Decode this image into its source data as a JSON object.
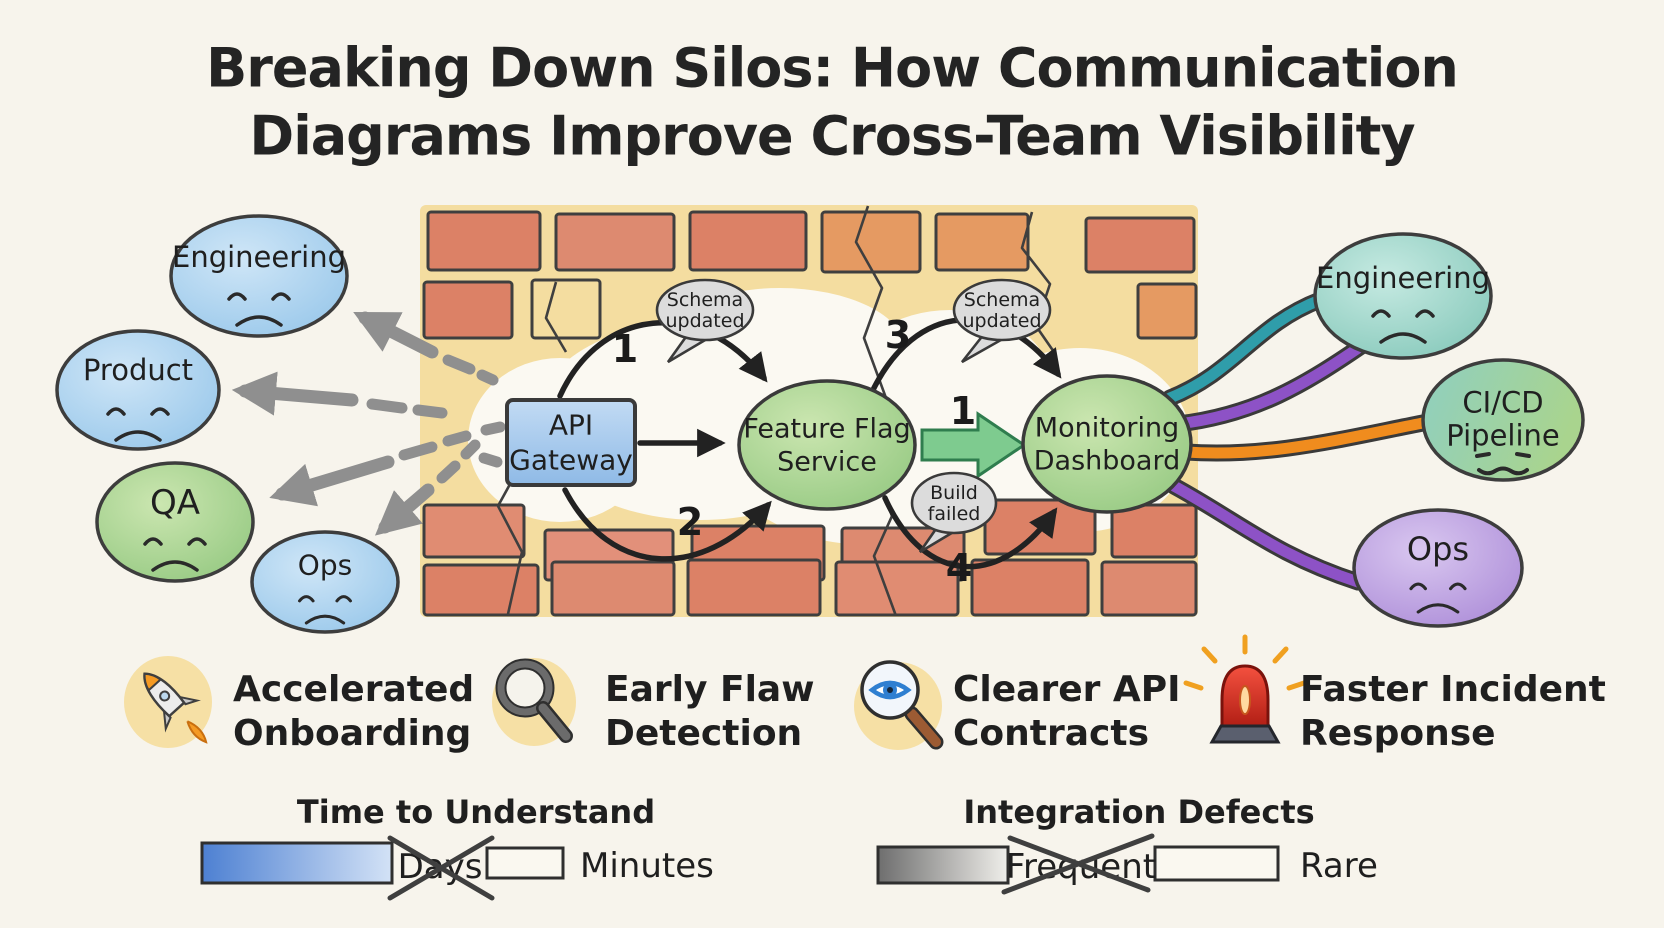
{
  "title": {
    "line1": "Breaking Down Silos: How Communication",
    "line2": "Diagrams Improve Cross-Team Visibility"
  },
  "silos": {
    "description": "isolated teams with sad faces, messages bouncing off a brick wall",
    "teams": [
      {
        "label": "Engineering",
        "color": "#9ac8ec",
        "mood": "sad"
      },
      {
        "label": "Product",
        "color": "#9ac8ec",
        "mood": "sad"
      },
      {
        "label": "QA",
        "color": "#9ccf7f",
        "mood": "sad"
      },
      {
        "label": "Ops",
        "color": "#9ac8ec",
        "mood": "sad"
      }
    ]
  },
  "wall_flow": {
    "api_gateway": {
      "line1": "API",
      "line2": "Gateway",
      "color": "#a8caee"
    },
    "feature_flag": {
      "line1": "Feature Flag",
      "line2": "Service",
      "color": "#9ccf7f"
    },
    "monitoring": {
      "line1": "Monitoring",
      "line2": "Dashboard",
      "color": "#9ccf7f"
    },
    "step_labels": {
      "s1": "1",
      "s2": "2",
      "s3": "3",
      "s1b": "1",
      "s4": "4"
    },
    "bubbles": [
      {
        "line1": "Schema",
        "line2": "updated"
      },
      {
        "line1": "Schema",
        "line2": "updated"
      },
      {
        "line1": "Build",
        "line2": "failed"
      }
    ]
  },
  "connected_teams": [
    {
      "label": "Engineering",
      "color": "#8fccc0",
      "link_color": "#2f9daa",
      "mood": "sad"
    },
    {
      "line1": "CI/CD",
      "line2": "Pipeline",
      "color": "#a9d48e",
      "link_color": "#f08c1e",
      "mood": "neutral"
    },
    {
      "label": "Ops",
      "color": "#b293dd",
      "link_color": "#8d52c6",
      "mood": "sad"
    }
  ],
  "benefits": [
    {
      "icon": "rocket-icon",
      "line1": "Accelerated",
      "line2": "Onboarding"
    },
    {
      "icon": "magnifier-icon",
      "line1": "Early Flaw",
      "line2": "Detection"
    },
    {
      "icon": "eye-magnifier-icon",
      "line1": "Clearer API",
      "line2": "Contracts"
    },
    {
      "icon": "siren-icon",
      "line1": "Faster Incident",
      "line2": "Response"
    }
  ],
  "metrics": [
    {
      "title": "Time to Understand",
      "before": "Days",
      "after": "Minutes",
      "bar_color": "#4d80d2"
    },
    {
      "title": "Integration Defects",
      "before": "Frequent",
      "after": "Rare",
      "bar_color": "#6e6e6e"
    }
  ],
  "colors": {
    "background": "#f7f4ec",
    "brick": "#dc8166",
    "brick_orange": "#e59a62",
    "mortar": "#f4dda0",
    "link_teal": "#2f9daa",
    "link_purple": "#8d52c6",
    "link_orange": "#f08c1e",
    "green_arrow": "#7ecb8f",
    "bounce_arrow_gray": "#8f8f8f"
  }
}
